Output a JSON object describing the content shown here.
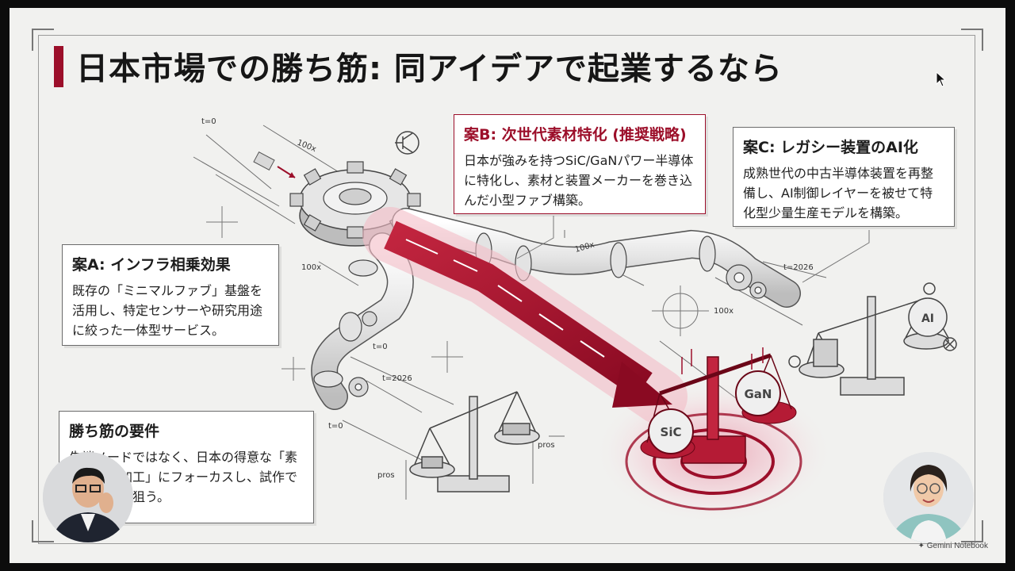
{
  "slide": {
    "title": "日本市場での勝ち筋: 同アイデアで起業するなら",
    "brand": "Gemini Notebook",
    "accent_color": "#9c0f2a"
  },
  "options": {
    "a": {
      "title": "案A: インフラ相乗効果",
      "body": "既存の「ミニマルファブ」基盤を活用し、特定センサーや研究用途に絞った一体型サービス。"
    },
    "b": {
      "title": "案B: 次世代素材特化 (推奨戦略)",
      "body": "日本が強みを持つSiC/GaNパワー半導体に特化し、素材と装置メーカーを巻き込んだ小型ファブ構築。"
    },
    "c": {
      "title": "案C: レガシー装置のAI化",
      "body": "成熟世代の中古半導体装置を再整備し、AI制御レイヤーを被せて特化型少量生産モデルを構築。"
    },
    "requirements": {
      "title": "勝ち筋の要件",
      "body": "先端ノードではなく、日本の得意な「素材・精密加工」にフォーカスし、試作で初期受注を狙う。"
    }
  },
  "diagram": {
    "labels": {
      "t0_top": "t=0",
      "x100_top": "100x",
      "x100_left": "100x",
      "x100_mid": "100x",
      "x100_right": "100x",
      "t2026_right": "t=2026",
      "t0_mid": "t=0",
      "t2026_mid": "t=2026",
      "t0_bottom": "t=0",
      "pros_left": "pros",
      "pros_right": "pros",
      "sic": "SiC",
      "gan": "GaN",
      "ai": "AI"
    }
  }
}
